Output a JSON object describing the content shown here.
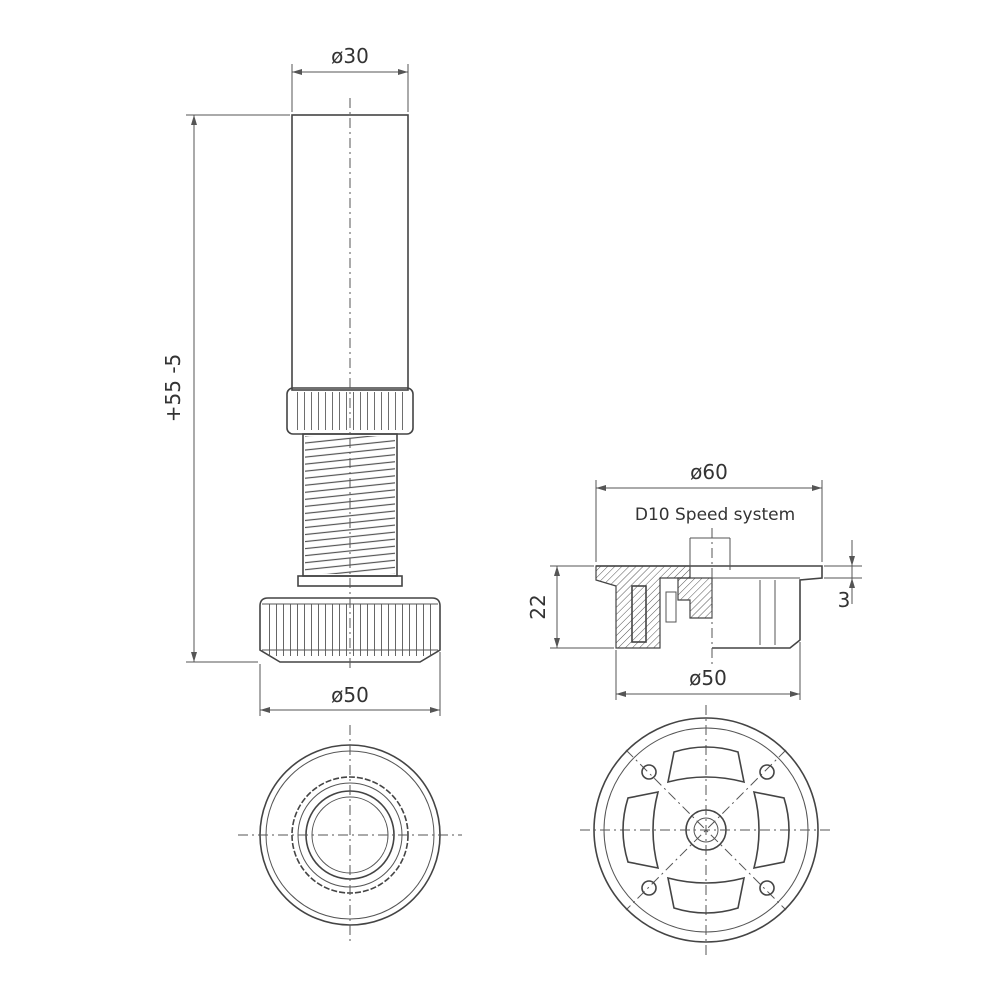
{
  "dimensions": {
    "post_diameter": "ø30",
    "height_range": "+55  -5",
    "foot_diameter_left": "ø50",
    "socket_diameter_top": "ø60",
    "socket_label": "D10 Speed system",
    "socket_height": "22",
    "flange_thickness": "3",
    "socket_diameter_bottom": "ø50"
  },
  "colors": {
    "line": "#444444",
    "text": "#333333",
    "background": "#ffffff"
  }
}
